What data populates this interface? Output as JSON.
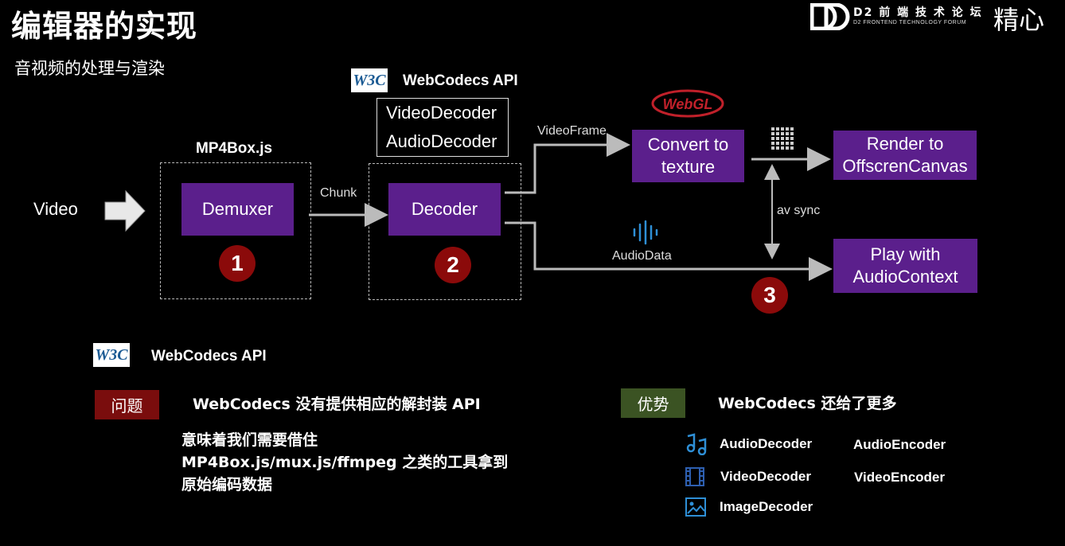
{
  "header": {
    "title": "编辑器的实现",
    "subtitle": "音视频的处理与渲染",
    "logo_name": "D2 前 端 技 术 论 坛",
    "logo_sub": "D2 FRONTEND TECHNOLOGY FORUM",
    "corner_text": "精心"
  },
  "diagram": {
    "video_label": "Video",
    "mp4box_label": "MP4Box.js",
    "demuxer": "Demuxer",
    "chunk_label": "Chunk",
    "decoder": "Decoder",
    "webcodecs_api_label": "WebCodecs API",
    "w3c_mark": "W3C",
    "video_decoder": "VideoDecoder",
    "audio_decoder": "AudioDecoder",
    "videoframe_label": "VideoFrame",
    "webgl_mark": "WebGL",
    "convert_line1": "Convert to",
    "convert_line2": "texture",
    "render_line1": "Render to",
    "render_line2": "OffscrenCanvas",
    "av_sync": "av sync",
    "audiodata_label": "AudioData",
    "play_line1": "Play with",
    "play_line2": "AudioContext",
    "badge1": "1",
    "badge2": "2",
    "badge3": "3"
  },
  "bottom": {
    "w3c_mark": "W3C",
    "api_label": "WebCodecs API",
    "problem_tag": "问题",
    "problem_text": "WebCodecs  没有提供相应的解封装 API",
    "problem_line1": "意味着我们需要借住",
    "problem_line2": "MP4Box.js/mux.js/ffmpeg 之类的工具拿到",
    "problem_line3": "原始编码数据",
    "advantage_tag": "优势",
    "advantage_text": "WebCodecs  还给了更多",
    "items": [
      "AudioDecoder",
      "AudioEncoder",
      "VideoDecoder",
      "VideoEncoder",
      "ImageDecoder"
    ]
  },
  "colors": {
    "purple": "#5b1f8c",
    "badge_red": "#8b0a0a",
    "problem_tag": "#7a0d0d",
    "advantage_tag": "#3b5323",
    "icon_blue": "#2e8fd6",
    "w3c_blue": "#1c5b94"
  },
  "icons": [
    "arrow-right-icon",
    "w3c-logo-icon",
    "webgl-logo-icon",
    "pixel-grid-icon",
    "sound-wave-icon",
    "music-note-icon",
    "film-strip-icon",
    "image-icon"
  ]
}
